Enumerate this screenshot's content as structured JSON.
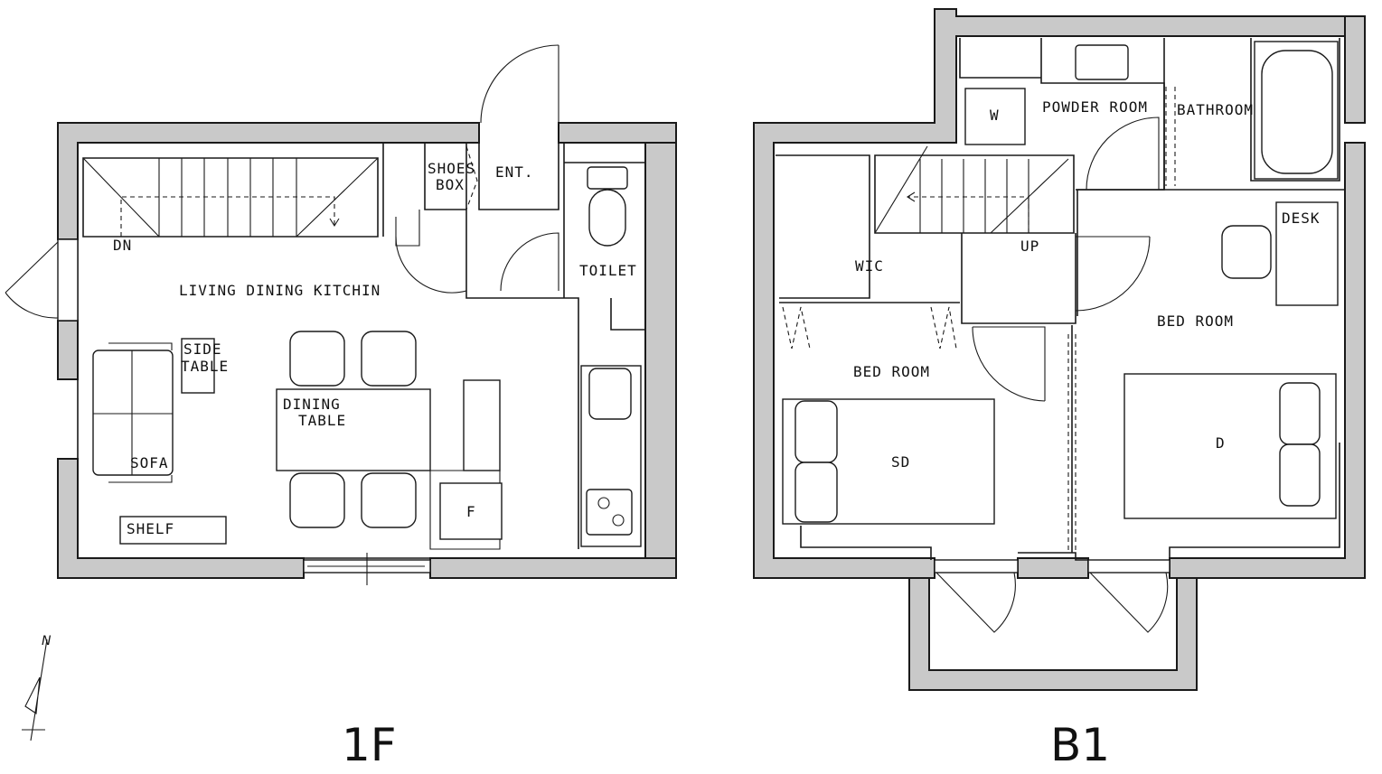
{
  "floor_1f": {
    "title": "1F",
    "rooms": {
      "living": "LIVING DINING KITCHIN",
      "shoes_box_1": "SHOES",
      "shoes_box_2": "BOX",
      "entrance": "ENT.",
      "toilet": "TOILET",
      "side_table_1": "SIDE",
      "side_table_2": "TABLE",
      "dining_table_1": "DINING",
      "dining_table_2": "TABLE",
      "sofa": "SOFA",
      "shelf": "SHELF",
      "fridge": "F",
      "stair_dn": "DN"
    }
  },
  "floor_b1": {
    "title": "B1",
    "rooms": {
      "powder_room": "POWDER ROOM",
      "bathroom": "BATHROOM",
      "washer": "W",
      "wic": "WIC",
      "stair_up": "UP",
      "bed_room_left": "BED ROOM",
      "bed_room_right": "BED ROOM",
      "desk": "DESK",
      "bed_sd": "SD",
      "bed_d": "D"
    }
  },
  "north_label": "N"
}
